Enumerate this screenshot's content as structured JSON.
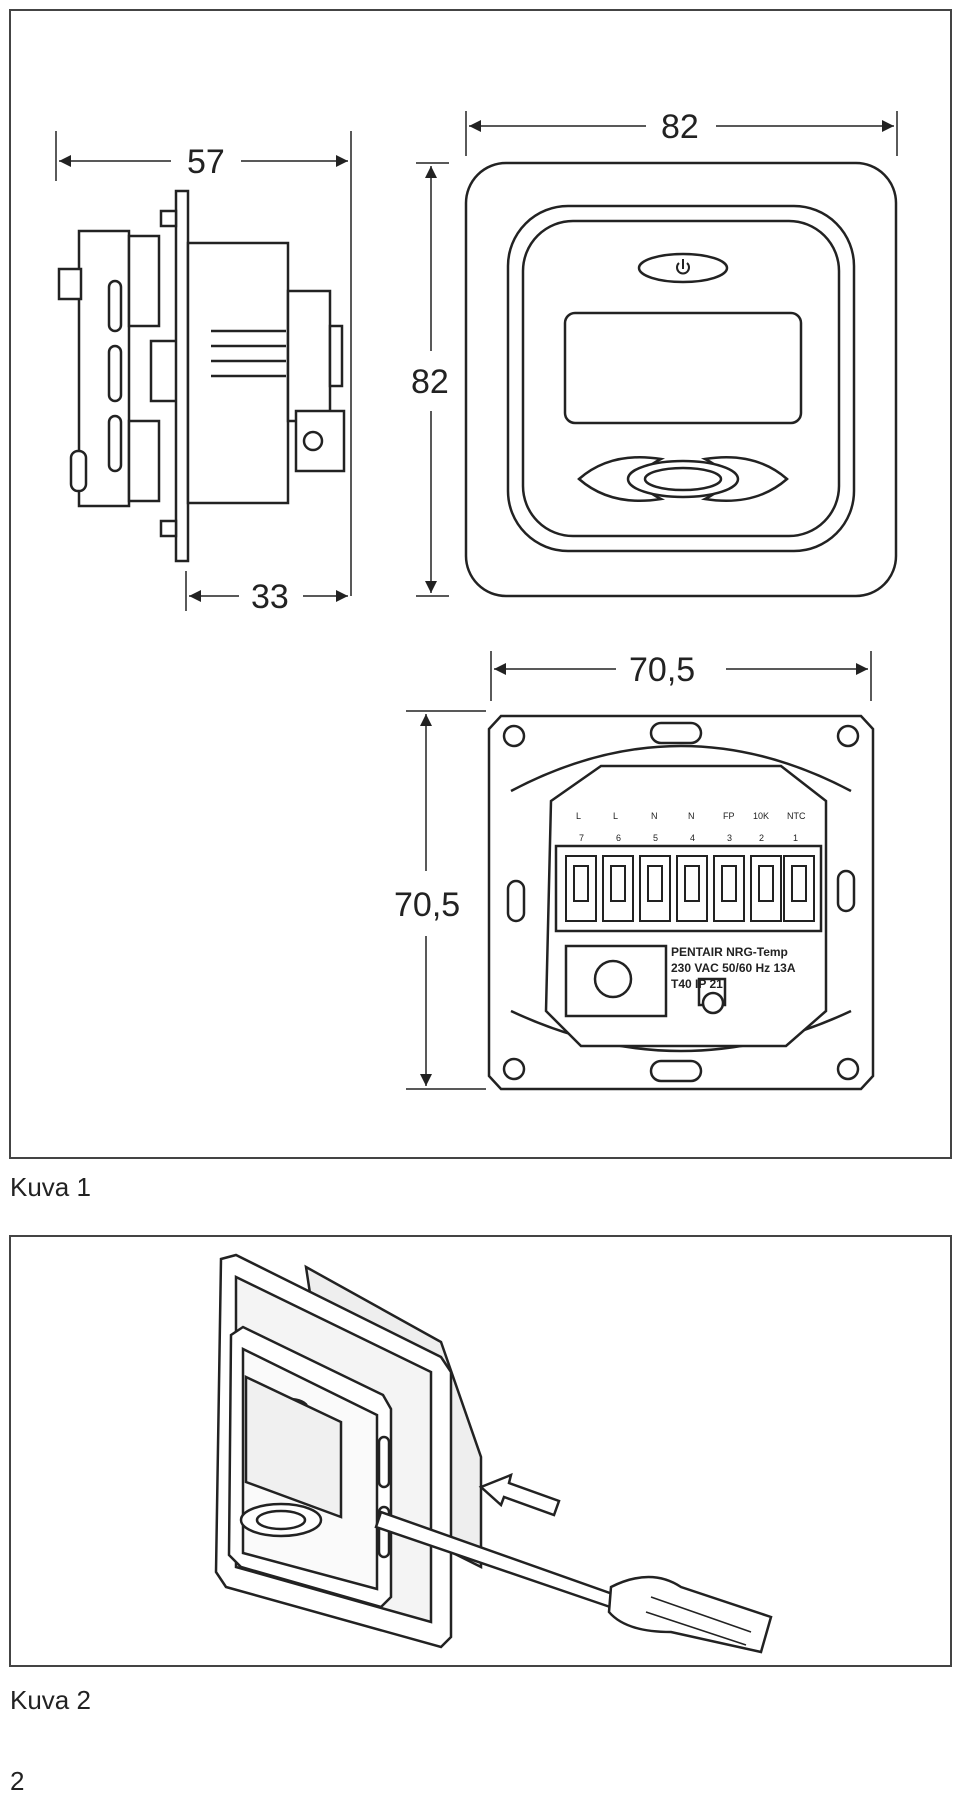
{
  "figure1": {
    "caption": "Kuva 1",
    "dimensions": {
      "side_width": "57",
      "side_depth": "33",
      "front_width": "82",
      "front_height": "82",
      "back_width": "70,5",
      "back_height": "70,5"
    },
    "back_label": {
      "brand_line": "PENTAIR NRG-Temp",
      "rating_line": "230 VAC 50/60 Hz 13A",
      "class_line": "T40 IP 21",
      "terminals": [
        "L",
        "L",
        "N",
        "N",
        "FP",
        "10K",
        "NTC"
      ],
      "terminal_numbers": [
        "7",
        "6",
        "5",
        "4",
        "3",
        "2",
        "1"
      ]
    }
  },
  "figure2": {
    "caption": "Kuva 2"
  },
  "page_number": "2"
}
